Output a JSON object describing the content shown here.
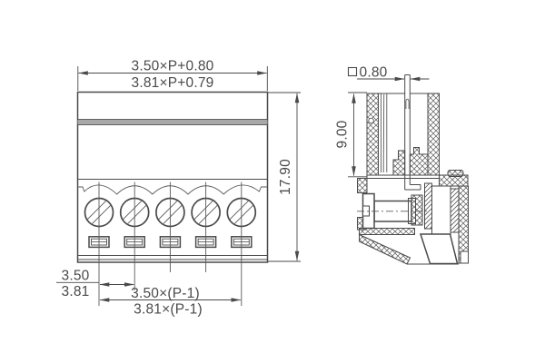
{
  "drawing": {
    "title": "terminal-block-technical-drawing",
    "front_view": {
      "pole_count": 5,
      "top_width_dim_metric": "3.50×P+0.80",
      "top_width_dim_alt": "3.81×P+0.79",
      "height_dim": "17.90",
      "pitch_dim_metric": "3.50",
      "pitch_dim_alt": "3.81",
      "span_dim_metric": "3.50×(P-1)",
      "span_dim_alt": "3.81×(P-1)"
    },
    "side_view": {
      "pin_square_dim": "0.80",
      "pin_square_symbol": "square-section-symbol",
      "plug_depth_dim": "9.00"
    },
    "colors": {
      "line": "#4a4a4a",
      "accent_band": "#a8a8a8",
      "background": "#ffffff"
    }
  }
}
